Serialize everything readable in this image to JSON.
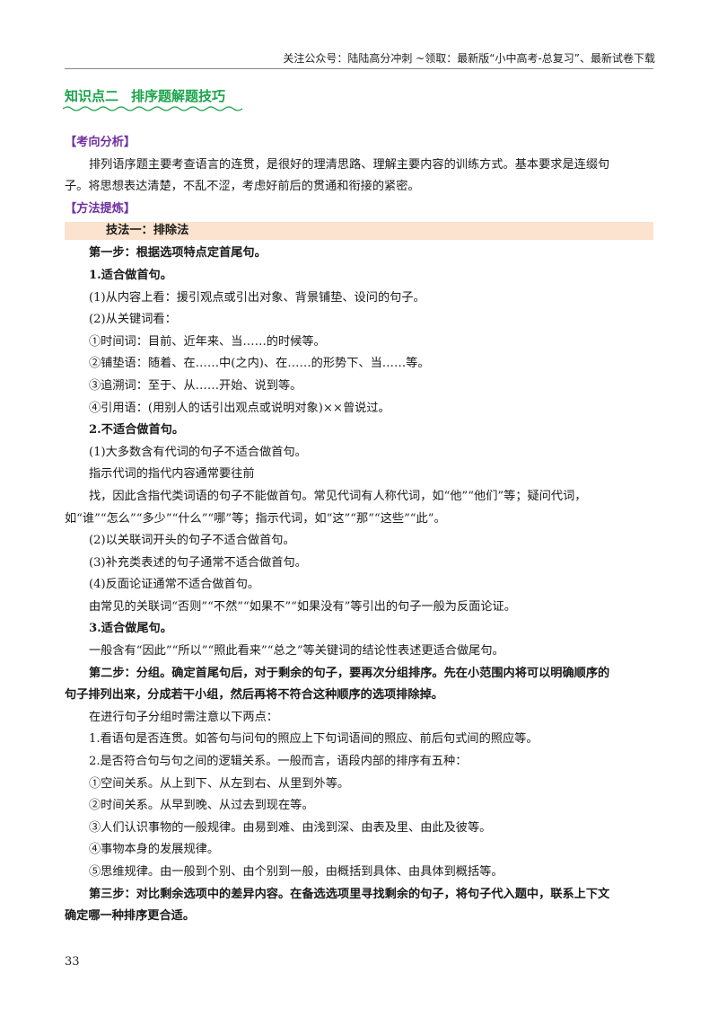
{
  "header": {
    "text": "关注公众号：陆陆高分冲刺 ~领取：最新版“小中高考-总复习”、最新试卷下载"
  },
  "section": {
    "number": "知识点二",
    "title": "排序题解题技巧"
  },
  "analysis": {
    "tag": "【考向分析】",
    "lines": [
      "排列语序题主要考查语言的连贯，是很好的理清思路、理解主要内容的训练方式。基本要求是连缀句",
      "子。将思想表达清楚，不乱不涩，考虑好前后的贯通和衔接的紧密。"
    ]
  },
  "method": {
    "tag": "【方法提炼】",
    "technique_heading": "技法一：排除法",
    "lines": [
      "第一步：根据选项特点定首尾句。",
      "1.适合做首句。",
      "(1)从内容上看：援引观点或引出对象、背景铺垫、设问的句子。",
      "(2)从关键词看：",
      "①时间词：目前、近年来、当……的时候等。",
      "②铺垫语：随着、在……中(之内)、在……的形势下、当……等。",
      "③追溯词：至于、从……开始、说到等。",
      "④引用语：(用别人的话引出观点或说明对象)××曾说过。",
      "2.不适合做首句。",
      "(1)大多数含有代词的句子不适合做首句。",
      "指示代词的指代内容通常要往前",
      "找，因此含指代类词语的句子不能做首句。常见代词有人称代词，如“他”“他们”等；疑问代词，",
      "如“谁”“怎么”“多少”“什么”“哪”等；指示代词，如“这”“那”“这些”“此”。",
      "(2)以关联词开头的句子不适合做首句。",
      "(3)补充类表述的句子通常不适合做首句。",
      "(4)反面论证通常不适合做首句。",
      "由常见的关联词“否则”“不然”“如果不”“如果没有”等引出的句子一般为反面论证。",
      "3.适合做尾句。",
      "一般含有“因此”“所以”“照此看来”“总之”等关键词的结论性表述更适合做尾句。",
      "第二步：分组。确定首尾句后，对于剩余的句子，要再次分组排序。先在小范围内将可以明确顺序的",
      "句子排列出来，分成若干小组，然后再将不符合这种顺序的选项排除掉。",
      "在进行句子分组时需注意以下两点：",
      "1.看语句是否连贯。如答句与问句的照应上下句词语间的照应、前后句式间的照应等。",
      "2.是否符合句与句之间的逻辑关系。一般而言，语段内部的排序有五种：",
      "①空间关系。从上到下、从左到右、从里到外等。",
      "②时间关系。从早到晚、从过去到现在等。",
      "③人们认识事物的一般规律。由易到难、由浅到深、由表及里、由此及彼等。",
      "④事物本身的发展规律。",
      "⑤思维规律。由一般到个别、由个别到一般，由概括到具体、由具体到概括等。",
      "第三步：对比剩余选项中的差异内容。在备选选项里寻找剩余的句子，将句子代入题中，联系上下文",
      "确定哪一种排序更合适。"
    ]
  },
  "page_number": "33",
  "colors": {
    "title_green": "#1aa34a",
    "tag_purple": "#7030a0",
    "shade_orange": "#fbe3cf"
  }
}
